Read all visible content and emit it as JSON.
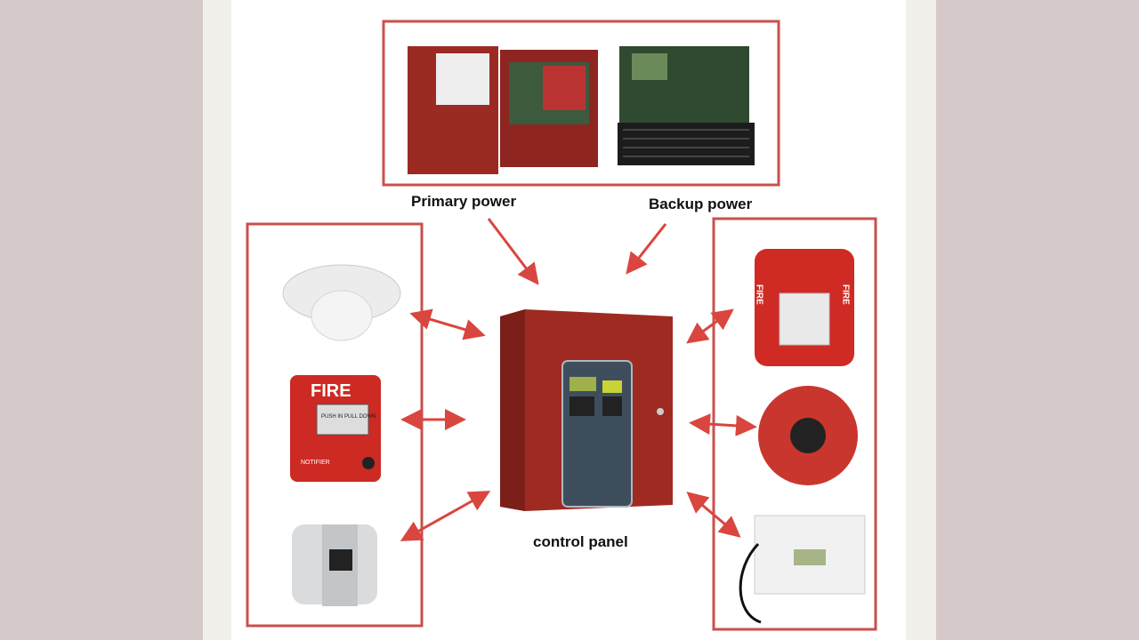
{
  "diagram": {
    "labels": {
      "primary_power": "Primary power",
      "backup_power": "Backup power",
      "control_panel": "control panel"
    },
    "devices": {
      "pull_station_title": "FIRE",
      "pull_station_instruction": "PUSH IN PULL DOWN",
      "pull_station_brand": "NOTIFIER",
      "strobe_side_left": "FIRE",
      "strobe_side_right": "FIRE"
    },
    "colors": {
      "accent": "#d9463f",
      "box_border": "#c8504c",
      "panel_red": "#9e2a22"
    }
  }
}
